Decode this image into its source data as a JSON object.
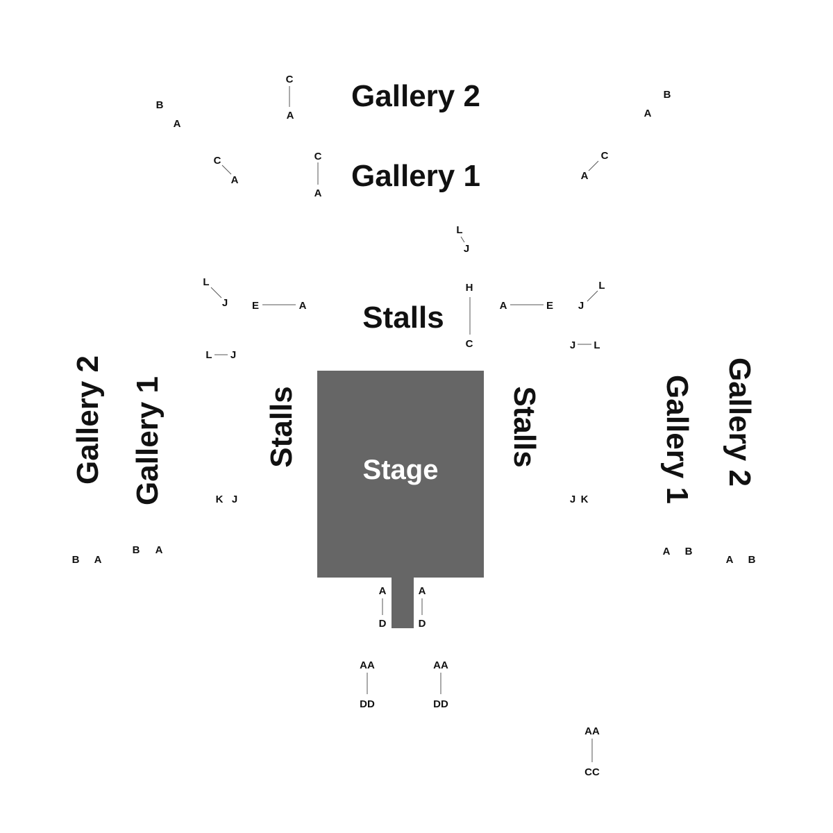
{
  "colors": {
    "stage_fill": "#666666",
    "label_color": "#111111",
    "stage_text": "#ffffff",
    "line_color": "#555555"
  },
  "stage": {
    "label": "Stage"
  },
  "sections": {
    "gallery_2_top": "Gallery 2",
    "gallery_1_top": "Gallery 1",
    "stalls_top": "Stalls",
    "gallery_2_left": "Gallery 2",
    "gallery_1_left": "Gallery 1",
    "stalls_left": "Stalls",
    "stalls_right": "Stalls",
    "gallery_1_right": "Gallery 1",
    "gallery_2_right": "Gallery 2"
  },
  "rows": {
    "g2_top_center_upper": "C",
    "g2_top_center_lower": "A",
    "g2_top_left_upper": "B",
    "g2_top_left_lower": "A",
    "g2_top_right_upper": "B",
    "g2_top_right_lower": "A",
    "g1_top_left_upper": "C",
    "g1_top_left_lower": "A",
    "g1_top_center_upper": "C",
    "g1_top_center_lower": "A",
    "g1_top_right_upper": "C",
    "g1_top_right_lower": "A",
    "stalls_upper_l": "L",
    "stalls_upper_j": "J",
    "stalls_left_diag_l": "L",
    "stalls_left_diag_j": "J",
    "stalls_left_e": "E",
    "stalls_left_a": "A",
    "stalls_center_h": "H",
    "stalls_center_c": "C",
    "stalls_right_a": "A",
    "stalls_right_e": "E",
    "stalls_right_diag_j": "J",
    "stalls_right_diag_l": "L",
    "stalls_left_l": "L",
    "stalls_left_j": "J",
    "stalls_right_j": "J",
    "stalls_right_l": "L",
    "stalls_left_k": "K",
    "stalls_left_j2": "J",
    "stalls_right_j2": "J",
    "stalls_right_k": "K",
    "g2_left_b": "B",
    "g2_left_a": "A",
    "g1_left_b": "B",
    "g1_left_a": "A",
    "g1_right_a": "A",
    "g1_right_b": "B",
    "g2_right_a": "A",
    "g2_right_b": "B",
    "front_left_a": "A",
    "front_left_d": "D",
    "front_right_a": "A",
    "front_right_d": "D",
    "pit_left_aa": "AA",
    "pit_left_dd": "DD",
    "pit_right_aa": "AA",
    "pit_right_dd": "DD",
    "pit_far_aa": "AA",
    "pit_far_cc": "CC"
  }
}
